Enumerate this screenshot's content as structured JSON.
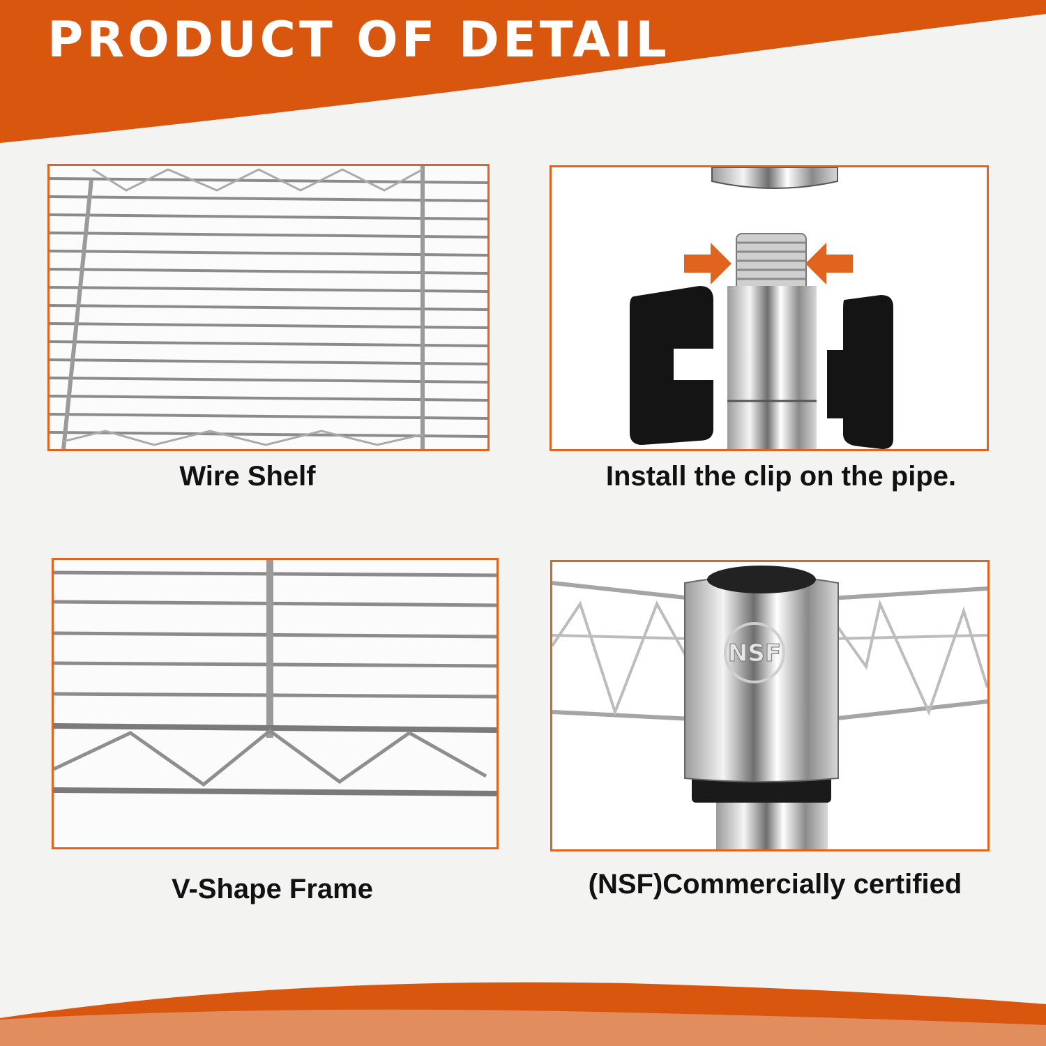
{
  "header": {
    "title": "PRODUCT OF DETAIL"
  },
  "colors": {
    "accent": "#e0641e",
    "background": "#f3f3f2",
    "caption": "#111111"
  },
  "panels": [
    {
      "caption": "Wire Shelf",
      "image": "wire-shelf-closeup"
    },
    {
      "caption": "Install the clip on the pipe.",
      "image": "clip-and-pipe"
    },
    {
      "caption": "V-Shape Frame",
      "image": "v-shape-frame-closeup"
    },
    {
      "caption": "(NSF)Commercially certified",
      "image": "nsf-sleeve-closeup",
      "stamp_text": "NSF"
    }
  ]
}
